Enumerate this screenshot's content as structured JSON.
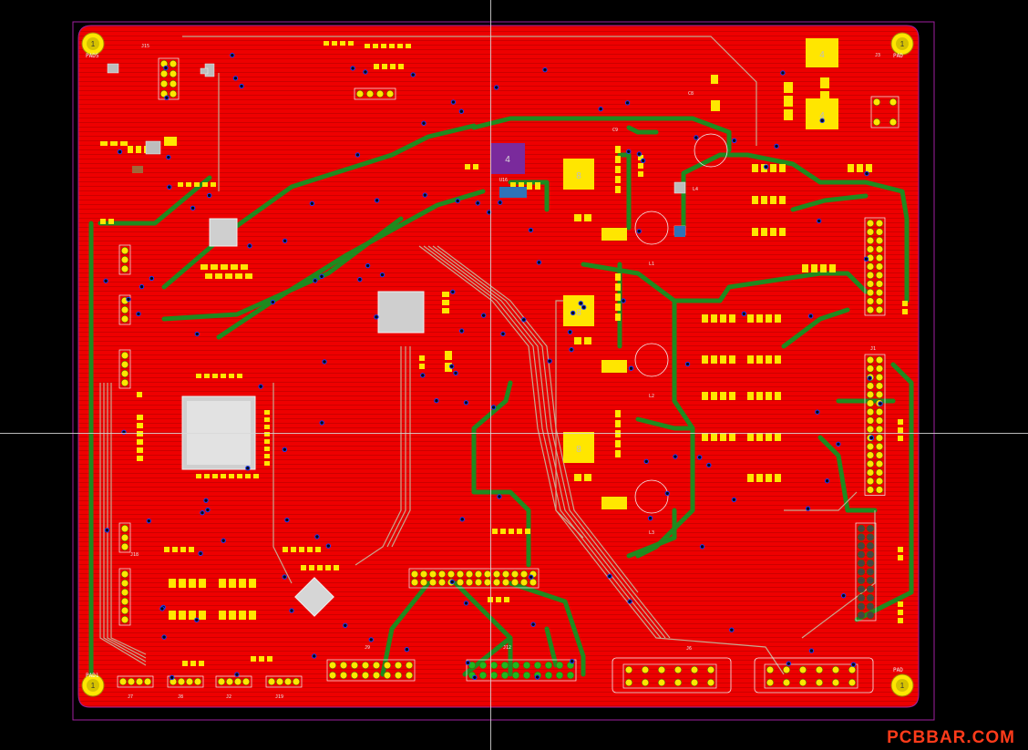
{
  "watermark": "PCBBAR.COM",
  "colors": {
    "background": "#000000",
    "copper_top": "#ee0000",
    "copper_dark": "#b40000",
    "trace_green": "#1f8a1f",
    "pad_yellow": "#ffe600",
    "silkscreen": "#f2f2f2",
    "outline": "#a020a0",
    "via_blue": "#1a3cff",
    "crosshair": "#d8d8d8"
  },
  "mounting_holes": [
    {
      "id": "hole-top-left",
      "pin": "1",
      "label": "PAD5"
    },
    {
      "id": "hole-top-right",
      "pin": "1",
      "label": "PAD"
    },
    {
      "id": "hole-bottom-left",
      "pin": "1",
      "label": "PAD1"
    },
    {
      "id": "hole-bottom-right",
      "pin": "1",
      "label": "PAD"
    }
  ],
  "power_modules": [
    {
      "label": "8"
    },
    {
      "label": "8"
    },
    {
      "label": "8"
    },
    {
      "label": "4"
    },
    {
      "label": "4"
    },
    {
      "label": "4"
    }
  ],
  "designators": [
    "J15",
    "J18",
    "J9",
    "J12",
    "J1",
    "J2",
    "J3",
    "J6",
    "J19",
    "J7",
    "J8",
    "U16",
    "L1",
    "L2",
    "L3",
    "L4",
    "C9",
    "C8"
  ]
}
